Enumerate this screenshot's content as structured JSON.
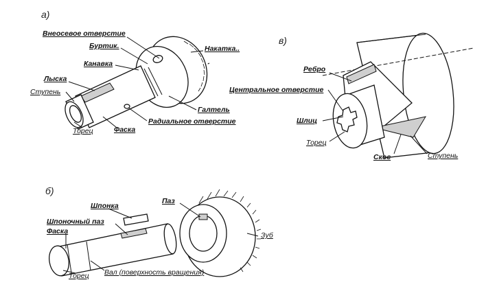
{
  "panels": {
    "a": "а)",
    "b": "б)",
    "v": "в)"
  },
  "labels_a": {
    "vnesosevoe": "Внеосевое отверстие",
    "burtik": "Буртик.",
    "nakatka": "Накатка..",
    "kanavka": "Канавка",
    "lyska": "Лыска",
    "stupen": "Ступень",
    "galtel": "Галтель",
    "radialnoe": "Радиальное отверстие",
    "torec": "Торец",
    "faska": "Фаска"
  },
  "labels_v": {
    "rebro": "Ребро",
    "centralnoe": "Центральное отверстие",
    "shlic": "Шлиц",
    "torec": "Торец",
    "skos": "Скос",
    "stupen": "Ступень"
  },
  "labels_b": {
    "shponka": "Шпонка",
    "paz": "Паз",
    "shponochny_paz": "Шпоночный паз",
    "faska": "Фаска",
    "zub": "Зуб",
    "torec": "Торец",
    "val": "Вал (поверхность вращения)"
  }
}
